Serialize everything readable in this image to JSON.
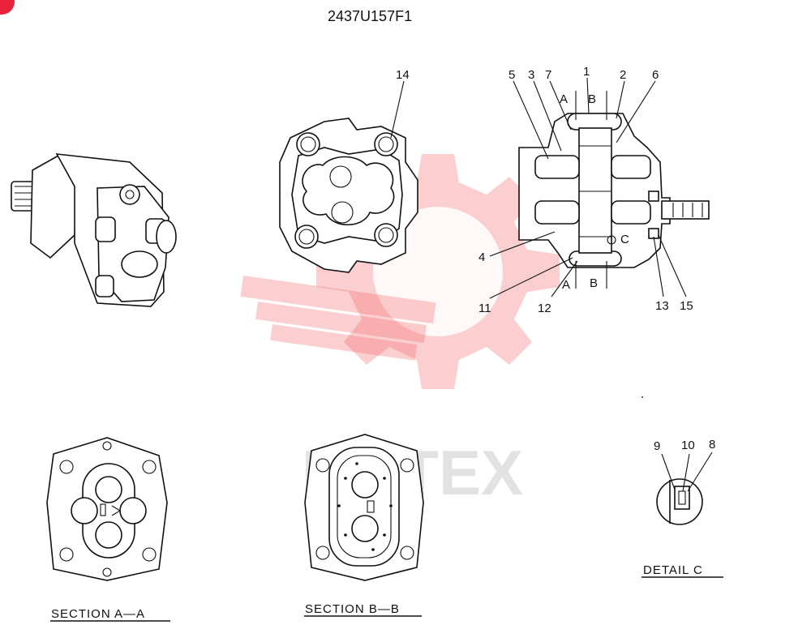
{
  "drawing": {
    "part_number": "2437U157F1",
    "watermark_text": "МНТЕХ",
    "accent_color": "#e8223a",
    "watermark_color": "#f26a6a"
  },
  "callouts": {
    "c14": "14",
    "c5": "5",
    "c3": "3",
    "c7": "7",
    "c1": "1",
    "c2": "2",
    "c6": "6",
    "c4": "4",
    "c11": "11",
    "c12": "12",
    "c13": "13",
    "c15": "15",
    "c9": "9",
    "c10": "10",
    "c8": "8",
    "detail_c_mark": "C"
  },
  "section_marks": {
    "a_top": "A",
    "b_top": "B",
    "a_bottom": "A",
    "b_bottom": "B"
  },
  "captions": {
    "section_aa": "SECTION A—A",
    "section_bb": "SECTION B—B",
    "detail_c": "DETAIL C"
  }
}
